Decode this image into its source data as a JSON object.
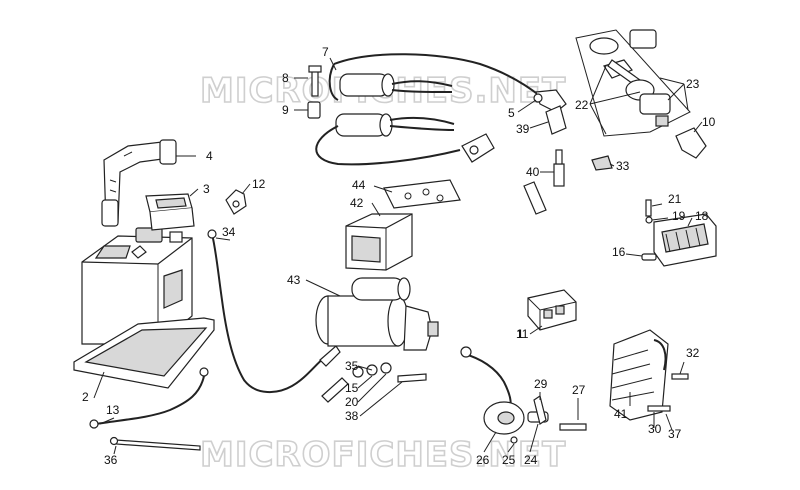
{
  "watermark": "MICROFICHES.NET",
  "callouts": [
    {
      "id": "c1",
      "text": "1"
    },
    {
      "id": "c2",
      "text": "2"
    },
    {
      "id": "c3",
      "text": "3"
    },
    {
      "id": "c4",
      "text": "4"
    },
    {
      "id": "c5",
      "text": "5"
    },
    {
      "id": "c7",
      "text": "7"
    },
    {
      "id": "c8",
      "text": "8"
    },
    {
      "id": "c9",
      "text": "9"
    },
    {
      "id": "c10",
      "text": "10"
    },
    {
      "id": "c11",
      "text": "11"
    },
    {
      "id": "c12",
      "text": "12"
    },
    {
      "id": "c13",
      "text": "13"
    },
    {
      "id": "c15",
      "text": "15"
    },
    {
      "id": "c16",
      "text": "16"
    },
    {
      "id": "c18",
      "text": "18"
    },
    {
      "id": "c19",
      "text": "19"
    },
    {
      "id": "c20",
      "text": "20"
    },
    {
      "id": "c21",
      "text": "21"
    },
    {
      "id": "c22",
      "text": "22"
    },
    {
      "id": "c23",
      "text": "23"
    },
    {
      "id": "c24",
      "text": "24"
    },
    {
      "id": "c25",
      "text": "25"
    },
    {
      "id": "c26",
      "text": "26"
    },
    {
      "id": "c27",
      "text": "27"
    },
    {
      "id": "c29",
      "text": "29"
    },
    {
      "id": "c30",
      "text": "30"
    },
    {
      "id": "c32",
      "text": "32"
    },
    {
      "id": "c33",
      "text": "33"
    },
    {
      "id": "c34",
      "text": "34"
    },
    {
      "id": "c35",
      "text": "35"
    },
    {
      "id": "c36",
      "text": "36"
    },
    {
      "id": "c37",
      "text": "37"
    },
    {
      "id": "c38",
      "text": "38"
    },
    {
      "id": "c39",
      "text": "39"
    },
    {
      "id": "c40",
      "text": "40"
    },
    {
      "id": "c41",
      "text": "41"
    },
    {
      "id": "c42",
      "text": "42"
    },
    {
      "id": "c43",
      "text": "43"
    },
    {
      "id": "c44",
      "text": "44"
    }
  ]
}
